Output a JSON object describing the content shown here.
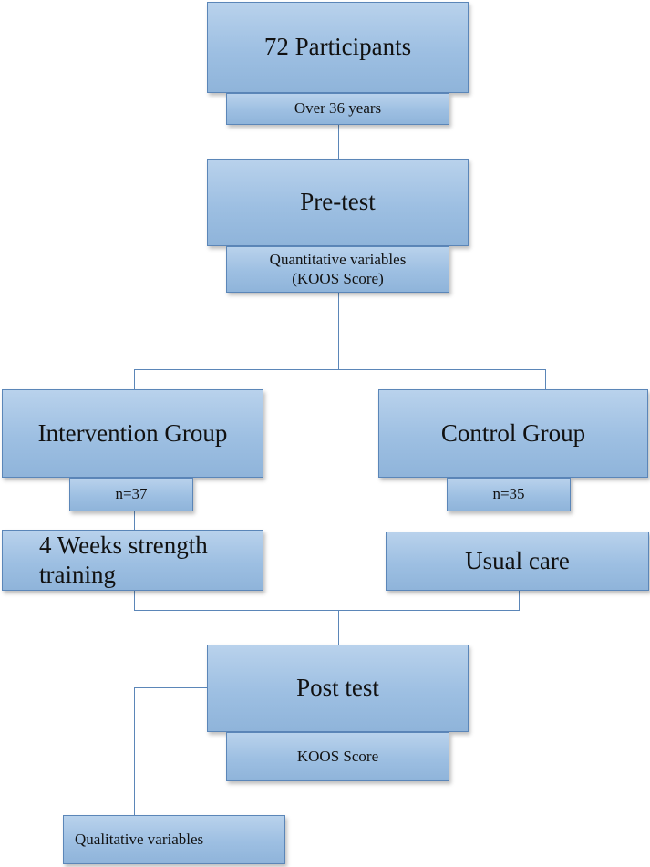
{
  "participants": {
    "title": "72 Participants",
    "note": "Over 36 years"
  },
  "pretest": {
    "title": "Pre-test",
    "note": "Quantitative variables\n(KOOS Score)"
  },
  "intervention": {
    "title": "Intervention Group",
    "n": "n=37",
    "treatment": "4 Weeks strength\ntraining"
  },
  "control": {
    "title": "Control Group",
    "n": "n=35",
    "treatment": "Usual care"
  },
  "posttest": {
    "title": "Post test",
    "note": "KOOS Score"
  },
  "qualitative": {
    "label": "Qualitative variables"
  },
  "colors": {
    "box_fill": "#9dbfe2",
    "box_border": "#5b86b8",
    "connector": "#5b86b8"
  }
}
